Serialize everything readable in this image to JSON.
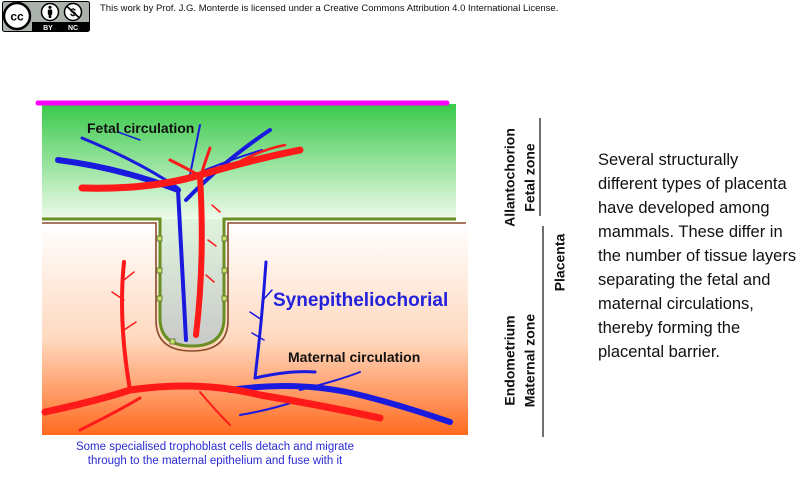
{
  "license": {
    "text": "This work by Prof. J.G. Monterde is licensed under a Creative Commons Attribution 4.0 International License.",
    "badge": {
      "cc": "cc",
      "by": "BY",
      "nc": "NC",
      "icons": [
        "attribution-icon",
        "non-commercial-icon"
      ]
    }
  },
  "diagram": {
    "labels": {
      "fetal_circulation": "Fetal circulation",
      "maternal_circulation": "Maternal circulation",
      "placenta_type": "Synepitheliochorial"
    },
    "caption": "Some specialised trophoblast cells detach and migrate through to the maternal epithelium and fuse with it",
    "colors": {
      "fetal_layer": "#4fd35c",
      "maternal_layer": "#ff7a35",
      "allantochorion_surface": "#ff00ff",
      "artery": "#ff1a1a",
      "vein": "#1a1adf",
      "interface": "#556b2f"
    }
  },
  "side": {
    "allantochorion": "Allantochorion",
    "fetal_zone": "Fetal zone",
    "placenta": "Placenta",
    "endometrium": "Endometrium",
    "maternal_zone": "Maternal zone"
  },
  "description": "Several structurally different types of placenta have developed among mammals. These differ in the number of tissue layers separating the fetal and maternal circulations, thereby forming the placental barrier."
}
